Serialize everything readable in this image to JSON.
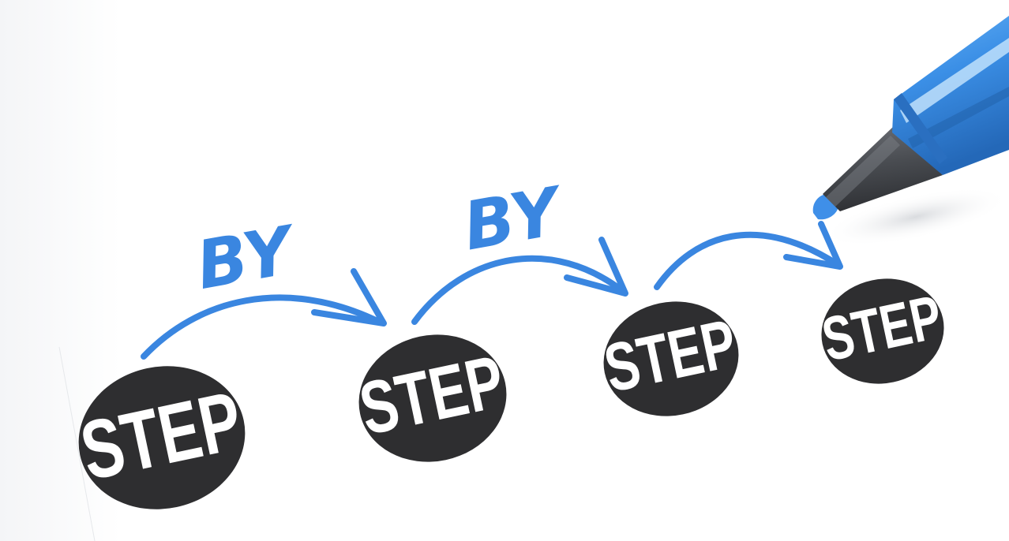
{
  "steps": [
    {
      "label": "STEP"
    },
    {
      "label": "STEP"
    },
    {
      "label": "STEP"
    },
    {
      "label": "STEP"
    }
  ],
  "connectors": [
    {
      "label": "BY"
    },
    {
      "label": "BY"
    }
  ],
  "colors": {
    "ink": "#3a86e0",
    "circle": "#2e2e30",
    "step_text": "#ffffff",
    "pen_body": "#3b8fe6",
    "pen_grip": "#4a4d52",
    "pen_tip": "#3f8fe8",
    "paper": "#ffffff"
  },
  "icons": {
    "pen": "marker-pen-icon",
    "arrow": "curved-arrow-icon"
  }
}
